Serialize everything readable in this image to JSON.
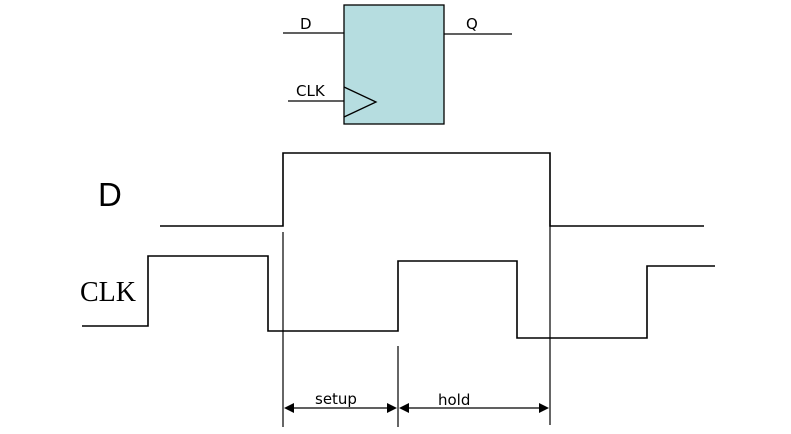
{
  "flipflop": {
    "input_d_label": "D",
    "output_q_label": "Q",
    "clock_label": "CLK",
    "fill_color": "#b6dde0"
  },
  "waveforms": {
    "d_label": "D",
    "clk_label": "CLK"
  },
  "intervals": {
    "setup_label": "setup",
    "hold_label": "hold"
  }
}
